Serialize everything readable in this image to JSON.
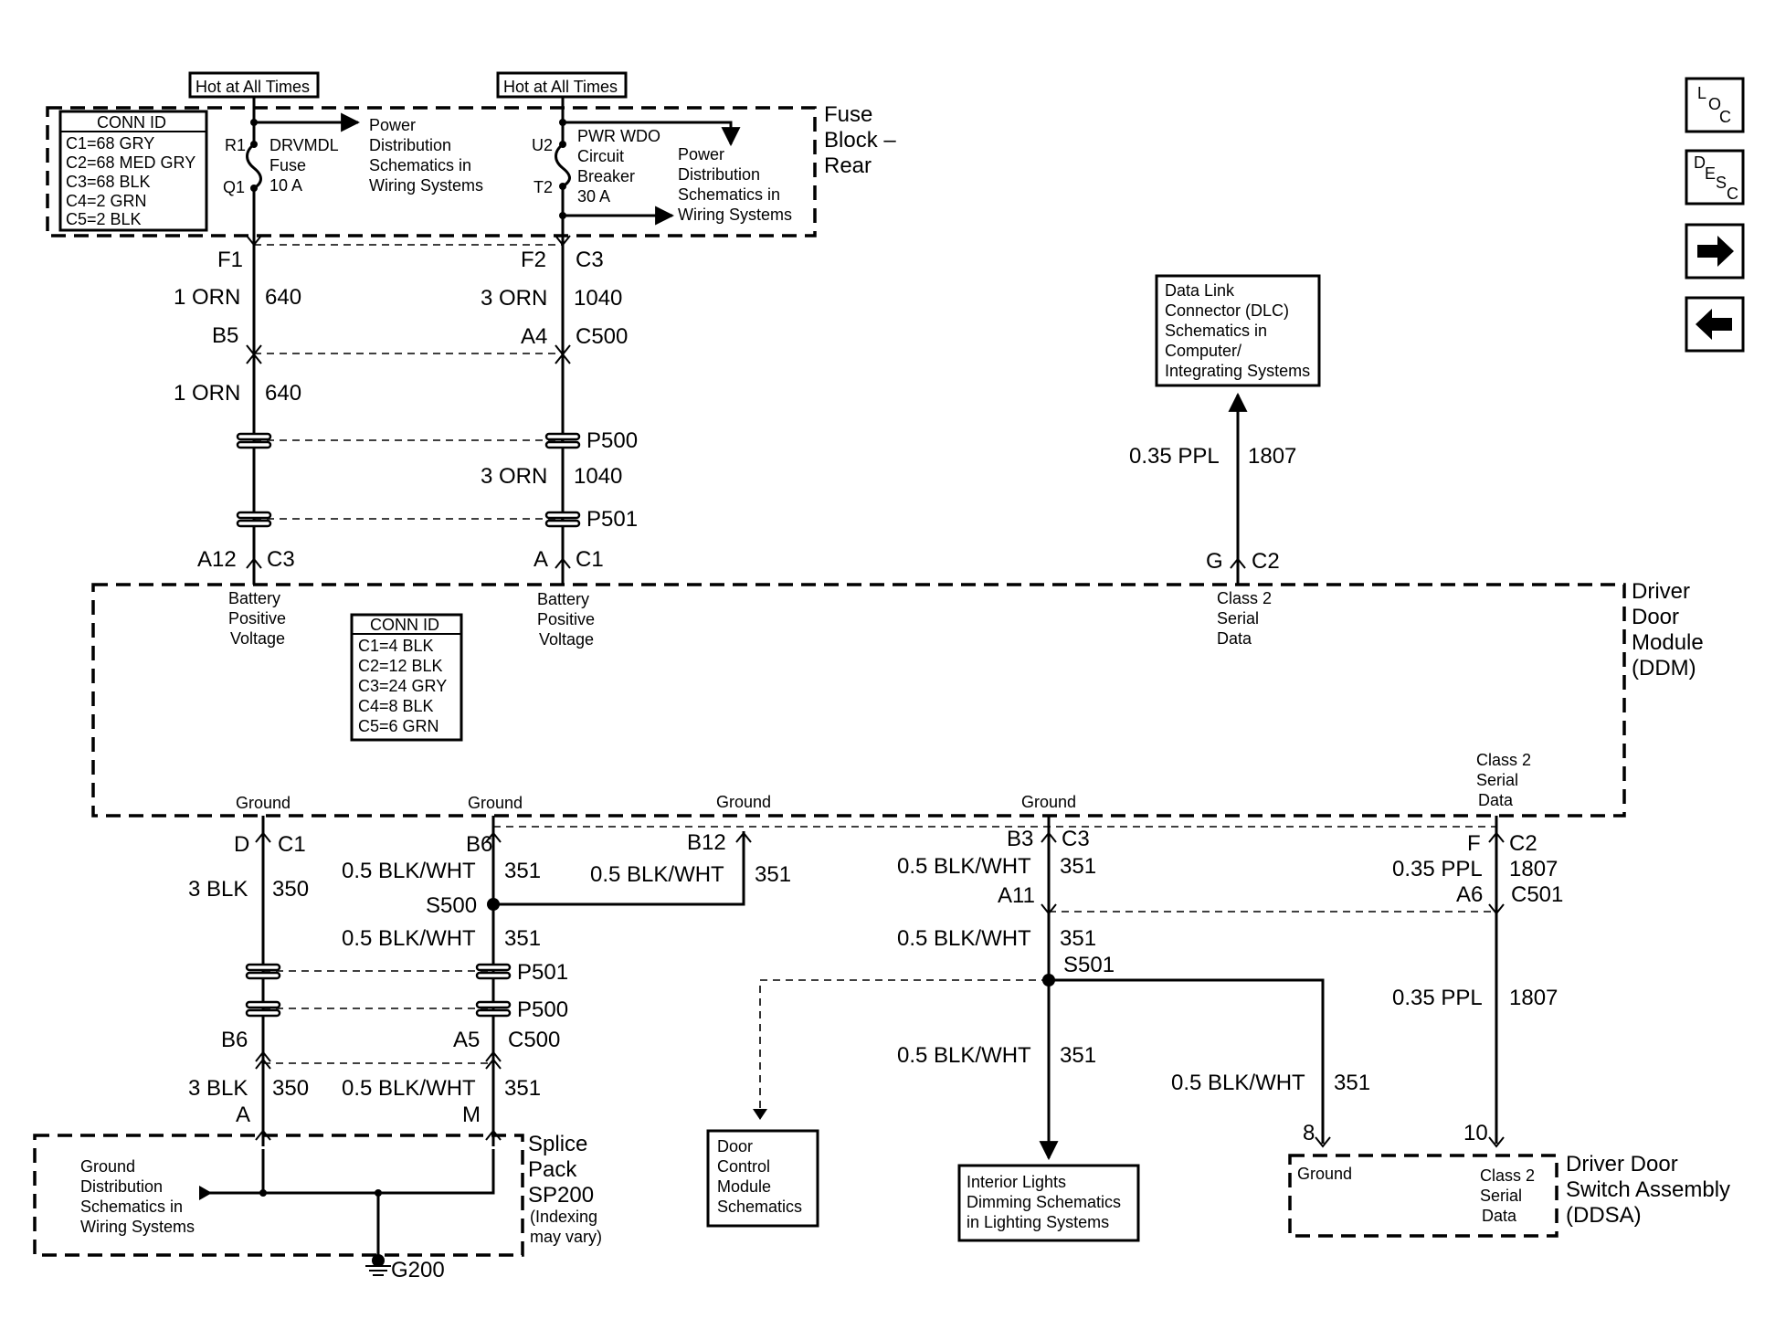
{
  "hot_labels": [
    "Hot at All Times",
    "Hot at All Times"
  ],
  "fuse_block": {
    "title": [
      "Fuse",
      "Block –",
      "Rear"
    ],
    "conn_id": {
      "header": "CONN ID",
      "rows": [
        "C1=68 GRY",
        "C2=68 MED GRY",
        "C3=68 BLK",
        "C4=2 GRN",
        "C5=2 BLK"
      ]
    },
    "fuse": {
      "top_pin": "R1",
      "bottom_pin": "Q1",
      "text": [
        "DRVMDL",
        "Fuse",
        "10 A"
      ]
    },
    "breaker": {
      "top_pin": "U2",
      "bottom_pin": "T2",
      "text": [
        "PWR WDO",
        "Circuit",
        "Breaker",
        "30 A"
      ]
    },
    "power_dist_1": [
      "Power",
      "Distribution",
      "Schematics in",
      "Wiring Systems"
    ],
    "power_dist_2": [
      "Power",
      "Distribution",
      "Schematics in",
      "Wiring Systems"
    ]
  },
  "upper_wires": {
    "left": {
      "pin_top": "F1",
      "gauge1": "1 ORN",
      "circuit1": "640",
      "pin_mid": "B5",
      "gauge2": "1 ORN",
      "circuit2": "640",
      "pin_bottom": "A12",
      "conn_bottom": "C3"
    },
    "right": {
      "pin_top": "F2",
      "conn_top": "C3",
      "gauge1": "3 ORN",
      "circuit1": "1040",
      "pin_mid": "A4",
      "conn_mid": "C500",
      "passthru1": "P500",
      "gauge2": "3 ORN",
      "circuit2": "1040",
      "passthru2": "P501",
      "pin_bottom": "A",
      "conn_bottom": "C1"
    }
  },
  "dlc": {
    "box": [
      "Data Link",
      "Connector (DLC)",
      "Schematics in",
      "Computer/",
      "Integrating Systems"
    ],
    "gauge": "0.35 PPL",
    "circuit": "1807",
    "pin": "G",
    "conn": "C2"
  },
  "ddm": {
    "title": [
      "Driver",
      "Door",
      "Module",
      "(DDM)"
    ],
    "conn_id": {
      "header": "CONN ID",
      "rows": [
        "C1=4 BLK",
        "C2=12 BLK",
        "C3=24 GRY",
        "C4=8 BLK",
        "C5=6 GRN"
      ]
    },
    "top_labels": {
      "batt1": [
        "Battery",
        "Positive",
        "Voltage"
      ],
      "batt2": [
        "Battery",
        "Positive",
        "Voltage"
      ],
      "class2": [
        "Class 2",
        "Serial",
        "Data"
      ]
    },
    "bottom_labels": {
      "g1": "Ground",
      "g2": "Ground",
      "g3": "Ground",
      "g4": "Ground",
      "class2": [
        "Class 2",
        "Serial",
        "Data"
      ]
    }
  },
  "lower_wires": {
    "w1": {
      "pin": "D",
      "conn": "C1",
      "gauge": "3 BLK",
      "circuit": "350",
      "pin_b": "B6",
      "gauge_b": "3 BLK",
      "circuit_b": "350",
      "pin_sp": "A"
    },
    "w2": {
      "pin": "B6",
      "gauge": "0.5 BLK/WHT",
      "circuit": "351",
      "splice": "S500",
      "gauge2": "0.5 BLK/WHT",
      "circuit2": "351",
      "p501": "P501",
      "p500": "P500",
      "pin_b": "A5",
      "conn_b": "C500",
      "gauge_b": "0.5 BLK/WHT",
      "circuit_b": "351",
      "pin_sp": "M"
    },
    "w3": {
      "pin": "B12",
      "gauge": "0.5 BLK/WHT",
      "circuit": "351"
    },
    "w4": {
      "pin": "B3",
      "conn": "C3",
      "gauge": "0.5 BLK/WHT",
      "circuit": "351",
      "pin_b": "A11",
      "gauge2": "0.5 BLK/WHT",
      "circuit2": "351",
      "splice": "S501",
      "gauge3": "0.5 BLK/WHT",
      "circuit3": "351",
      "gauge4": "0.5 BLK/WHT",
      "circuit4": "351"
    },
    "w5": {
      "pin": "F",
      "conn": "C2",
      "gauge": "0.35 PPL",
      "circuit": "1807",
      "pin_b": "A6",
      "conn_b": "C501",
      "gauge2": "0.35 PPL",
      "circuit2": "1807"
    }
  },
  "splice_pack": {
    "title": [
      "Splice",
      "Pack",
      "SP200"
    ],
    "note": [
      "(Indexing",
      "may vary)"
    ],
    "ground_dist": [
      "Ground",
      "Distribution",
      "Schematics in",
      "Wiring Systems"
    ],
    "ground": "G200"
  },
  "door_control": [
    "Door",
    "Control",
    "Module",
    "Schematics"
  ],
  "interior_lights": [
    "Interior Lights",
    "Dimming Schematics",
    "in Lighting Systems"
  ],
  "ddsa": {
    "title": [
      "Driver Door",
      "Switch Assembly",
      "(DDSA)"
    ],
    "pin_ground": "8",
    "pin_data": "10",
    "ground": "Ground",
    "class2": [
      "Class 2",
      "Serial",
      "Data"
    ]
  },
  "nav": {
    "loc": [
      "L",
      "O",
      "C"
    ],
    "desc": [
      "D",
      "E",
      "S",
      "C"
    ],
    "next": "→",
    "prev": "←"
  }
}
